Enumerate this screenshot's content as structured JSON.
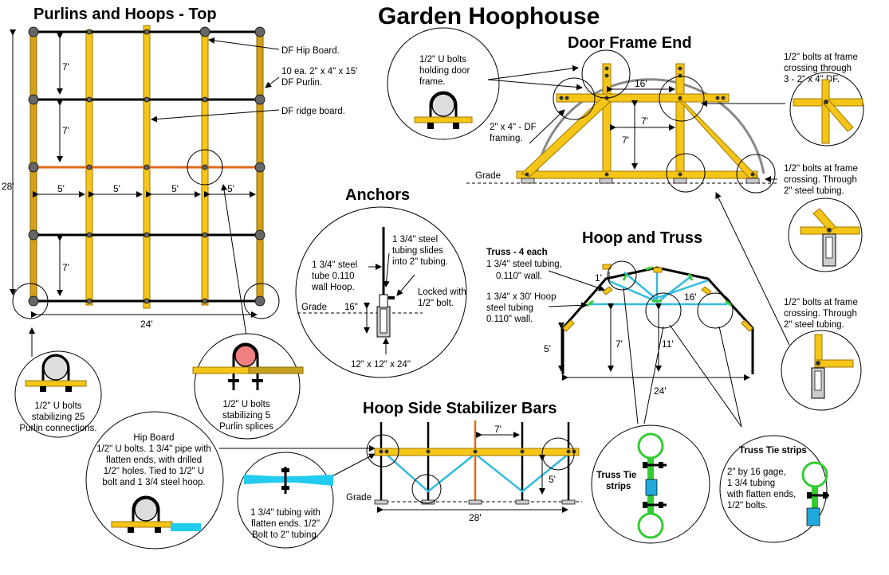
{
  "title": "Garden Hoophouse",
  "sections": {
    "top": "Purlins and Hoops - Top",
    "door": "Door Frame End",
    "anchors": "Anchors",
    "hoop_truss": "Hoop and Truss",
    "stabilizer": "Hoop Side Stabilizer Bars"
  },
  "top_view": {
    "label_hip": "DF Hip Board.",
    "label_purlin_1": "10 ea. 2\" x 4\" x 15'",
    "label_purlin_2": "DF Purlin.",
    "label_ridge": "DF ridge board.",
    "dim_7": "7'",
    "dim_5": "5'",
    "dim_28": "28'",
    "dim_24": "24'"
  },
  "callouts": {
    "ubolt_25": [
      "1/2\" U bolts",
      "stabilizing 25",
      "Purlin connections."
    ],
    "ubolt_5": [
      "1/2\" U bolts",
      "stabilizing 5",
      "Purlin splices"
    ],
    "hip_board": [
      "Hip Board",
      "1/2\" U bolts. 1 3/4\" pipe with",
      "flatten ends,  with drilled",
      "1/2\" holes. Tied to 1/2\" U",
      "bolt and 1 3/4 steel hoop."
    ],
    "tubing_flatten": [
      "1 3/4\" tubing with",
      "flatten ends. 1/2\"",
      "Bolt to 2\" tubing."
    ],
    "door_ubolt": [
      "1/2\" U bolts",
      "holding door",
      "frame."
    ],
    "df_framing": [
      "2\" x 4\" - DF",
      "framing."
    ],
    "bolts_3_df": [
      "1/2\" bolts at frame",
      "crossing through",
      "3 - 2\" x 4\" DF."
    ],
    "bolts_steel_1": [
      "1/2\" bolts at frame",
      "crossing. Through",
      "2\" steel tubing."
    ],
    "bolts_steel_2": [
      "1/2\" bolts at frame",
      "crossing. Through",
      "2\" steel tubing."
    ],
    "truss_tie_left": [
      "Truss Tie",
      "strips"
    ],
    "truss_tie_right_title": "Truss Tie strips",
    "truss_tie_right": [
      "2\" by 16 gage,",
      "1 3/4 tubing",
      "with flatten ends,",
      "1/2\" bolts."
    ]
  },
  "anchors": {
    "slide": [
      "1 3/4\" steel",
      "tubing slides",
      "into 2\" tubing."
    ],
    "tube": [
      "1 3/4\" steel",
      "tube 0.110",
      "wall Hoop."
    ],
    "locked": [
      "Locked with",
      "1/2\" bolt."
    ],
    "grade": "Grade",
    "dim_16": "16\"",
    "footing": "12\" x 12\" x 24\""
  },
  "door": {
    "grade": "Grade",
    "dim_16": "16'",
    "dim_7a": "7'",
    "dim_7b": "7'"
  },
  "truss": {
    "title": "Truss - 4 each",
    "spec1": [
      "1 3/4\" steel tubing,",
      "0.110\"  wall."
    ],
    "spec2": [
      "1 3/4\" x 30' Hoop",
      "steel tubing",
      "0.110\" wall."
    ],
    "dim_1": "1'",
    "dim_16": "16'",
    "dim_5": "5'",
    "dim_7": "7'",
    "dim_11": "11'",
    "dim_24": "24'"
  },
  "stabilizer": {
    "grade": "Grade",
    "dim_7": "7'",
    "dim_5": "5'",
    "dim_28": "28'"
  },
  "colors": {
    "wood": "#F5C518",
    "wood_edge": "#A07800",
    "steel": "#000000",
    "ridge": "#E06A1A",
    "brace": "#33BBDD",
    "tie": "#33CC33",
    "ubolt_pipe": "#F08080",
    "footing": "#C8C8C8"
  }
}
